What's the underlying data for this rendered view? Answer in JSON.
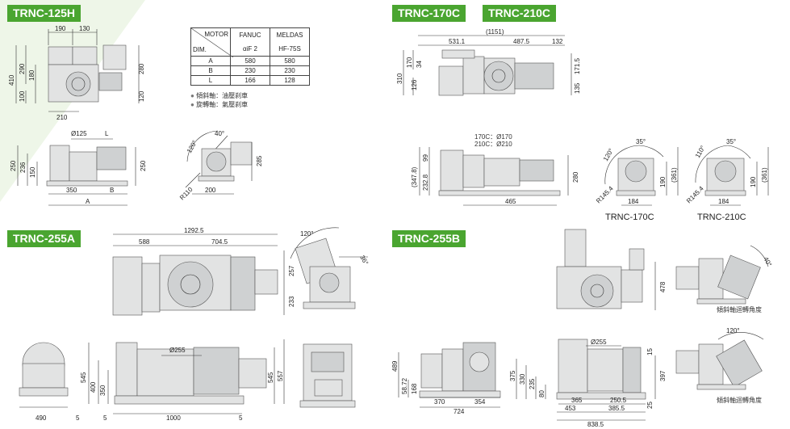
{
  "headers": {
    "h125": "TRNC-125H",
    "h170": "TRNC-170C",
    "h210": "TRNC-210C",
    "h255a": "TRNC-255A",
    "h255b": "TRNC-255B"
  },
  "table": {
    "motor": "MOTOR",
    "dimlabel": "DIM.",
    "fanuc1": "FANUC",
    "fanuc2": "αiF 2",
    "meldas1": "MELDAS",
    "meldas2": "HF-75S",
    "rows": [
      {
        "dim": "A",
        "fanuc": "580",
        "meldas": "580"
      },
      {
        "dim": "B",
        "fanuc": "230",
        "meldas": "230"
      },
      {
        "dim": "L",
        "fanuc": "166",
        "meldas": "128"
      }
    ]
  },
  "legend": {
    "tilt": "傾斜軸：油壓刹車",
    "rot": "旋轉軸：氣壓刹車"
  },
  "dims125": {
    "d190": "190",
    "d130": "130",
    "d410": "410",
    "d290": "290",
    "d180": "180",
    "d100": "100",
    "d280": "280",
    "d120": "120",
    "d210": "210",
    "d125": "Ø125",
    "dL": "L",
    "d250": "250",
    "d236": "236",
    "d150": "150",
    "d250r": "250",
    "d350": "350",
    "dB": "B",
    "dA": "A",
    "d40": "40°",
    "d120a": "120°",
    "d285": "285",
    "dR110": "R110",
    "d200": "200"
  },
  "dims170": {
    "d1151": "(1151)",
    "d531": "531.1",
    "d487": "487.5",
    "d132": "132",
    "d170": "170",
    "d34": "34",
    "d310": "310",
    "d126": "126",
    "d1715": "171.5",
    "d135": "135",
    "dia1": "170C：Ø170",
    "dia2": "210C：Ø210",
    "d3478": "(347.8)",
    "d99": "99",
    "d2328": "232.8",
    "d465": "465",
    "d280": "280",
    "d120c": "120°",
    "d35a": "35°",
    "dR145a": "R145.4",
    "d184a": "184",
    "d361a": "(361)",
    "d190a": "190",
    "d110": "110°",
    "d35b": "35°",
    "dR145b": "R145.4",
    "d184b": "184",
    "d361b": "(361)",
    "d190b": "190",
    "cap170": "TRNC-170C",
    "cap210": "TRNC-210C"
  },
  "dims255a": {
    "d1292": "1292.5",
    "d588": "588",
    "d704": "704.5",
    "d257": "257",
    "d233": "233",
    "d120": "120°",
    "d36": "36°",
    "d255": "Ø255",
    "d545": "545",
    "d400": "400",
    "d350": "350",
    "d545r": "545",
    "d557": "557",
    "d490": "490",
    "d5a": "5",
    "d5b": "5",
    "d1000": "1000",
    "d5c": "5"
  },
  "dims255b": {
    "d478": "478",
    "d40": "40°",
    "tiltcap1": "傾斜軸迴轉角度",
    "d489": "489",
    "d58": "58.72",
    "d168": "168",
    "d370": "370",
    "d354": "354",
    "d724": "724",
    "d255": "Ø255",
    "d375": "375",
    "d330": "330",
    "d235": "235",
    "d80": "80",
    "d365": "365",
    "d2505": "250.5",
    "d453": "453",
    "d3855": "385.5",
    "d8385": "838.5",
    "d15": "15",
    "d397": "397",
    "d25": "25",
    "d120": "120°",
    "tiltcap2": "傾斜軸迴轉角度"
  }
}
